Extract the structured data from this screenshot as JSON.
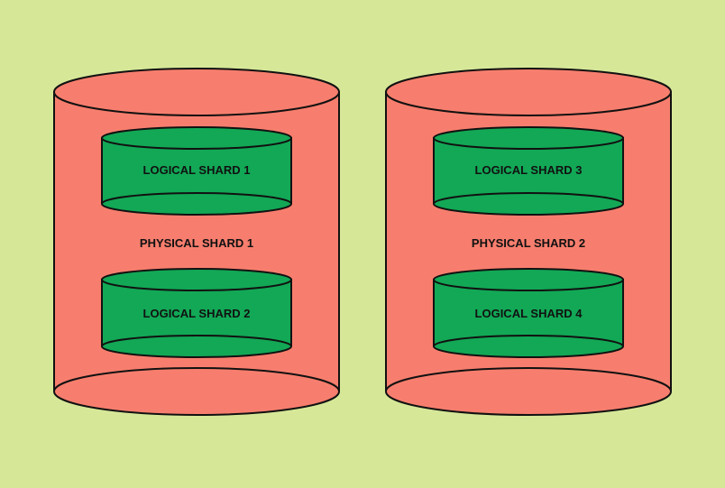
{
  "colors": {
    "background": "#d6e898",
    "physical_shard_fill": "#f77e6e",
    "logical_shard_fill": "#12a856",
    "outline": "#111111"
  },
  "physical_shards": [
    {
      "label": "PHYSICAL SHARD 1",
      "logical_shards": [
        {
          "label": "LOGICAL SHARD 1"
        },
        {
          "label": "LOGICAL SHARD 2"
        }
      ]
    },
    {
      "label": "PHYSICAL SHARD 2",
      "logical_shards": [
        {
          "label": "LOGICAL SHARD 3"
        },
        {
          "label": "LOGICAL SHARD 4"
        }
      ]
    }
  ]
}
